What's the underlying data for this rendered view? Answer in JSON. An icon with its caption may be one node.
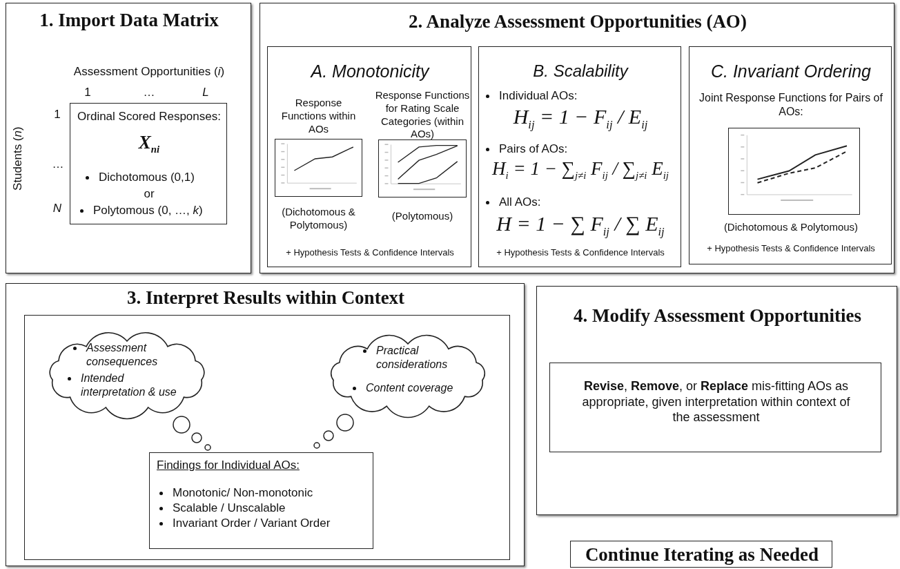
{
  "diagram": {
    "nodes": [
      {
        "text": [
          "1. Import Data Matrix"
        ]
      },
      {
        "text": [
          "Ordinal Scored Responses:",
          "X$_{ni}$",
          "Dichotomous (0,1)",
          "or",
          "Polytomous (0, …, *k*)"
        ],
        "in": 0,
        "beside": [
          "Assessment Opportunities (*i*)",
          "1",
          "…",
          "*L*",
          "1",
          "…",
          "*N*",
          "Students (*n*)"
        ]
      },
      {
        "text": [
          "2. Analyze Assessment Opportunities (AO)"
        ]
      },
      {
        "text": [
          "A. Monotonicity",
          "+ Hypothesis Tests & Confidence Intervals"
        ],
        "in": 2
      },
      {
        "text": [],
        "shape": "picture",
        "in": 3,
        "beside": [
          "Response Functions within AOs",
          "(Dichotomous & Polytomous)"
        ]
      },
      {
        "text": [],
        "shape": "picture",
        "in": 3,
        "beside": [
          "Response Functions for Rating Scale Categories (within AOs)",
          "(Polytomous)"
        ]
      },
      {
        "text": [
          "B. Scalability",
          "Individual AOs:",
          "H$_{ij}$ = 1 − F$_{ij}$ / E$_{ij}$",
          "Pairs of AOs:",
          "H$_{i}$ = 1 − ∑$_{j≠i}$ F$_{ij}$ / ∑$_{j≠i}$ E$_{ij}$",
          "All AOs:",
          "H = 1 − ∑ F$_{ij}$ / ∑ E$_{ij}$",
          "+ Hypothesis Tests & Confidence Intervals"
        ],
        "in": 2
      },
      {
        "text": [
          "C. Invariant Ordering",
          "Joint Response Functions for Pairs of AOs:",
          "+ Hypothesis Tests & Confidence Intervals"
        ],
        "in": 2
      },
      {
        "text": [],
        "shape": "picture",
        "in": 7,
        "beside": [
          "(Dichotomous & Polytomous)"
        ]
      },
      {
        "text": [
          "3. Interpret Results within Context"
        ]
      },
      {
        "text": [],
        "shape": "box",
        "in": 9
      },
      {
        "text": [
          "Assessment consequences",
          "Intended interpretation & use"
        ],
        "in": 10
      },
      {
        "text": [
          "Practical considerations",
          "Content coverage"
        ],
        "in": 10
      },
      {
        "text": [
          "Findings for Individual AOs:",
          "Monotonic/ Non-monotonic",
          "Scalable / Unscalable",
          "Invariant Order / Variant Order"
        ],
        "in": 10
      },
      {
        "text": [
          "4. Modify Assessment Opportunities"
        ]
      },
      {
        "text": [
          "**Revise**, **Remove**, or **Replace** mis-fitting AOs as appropriate, given interpretation within context of the assessment"
        ],
        "in": 14
      },
      {
        "text": [
          "Continue Iterating as Needed"
        ]
      }
    ]
  }
}
